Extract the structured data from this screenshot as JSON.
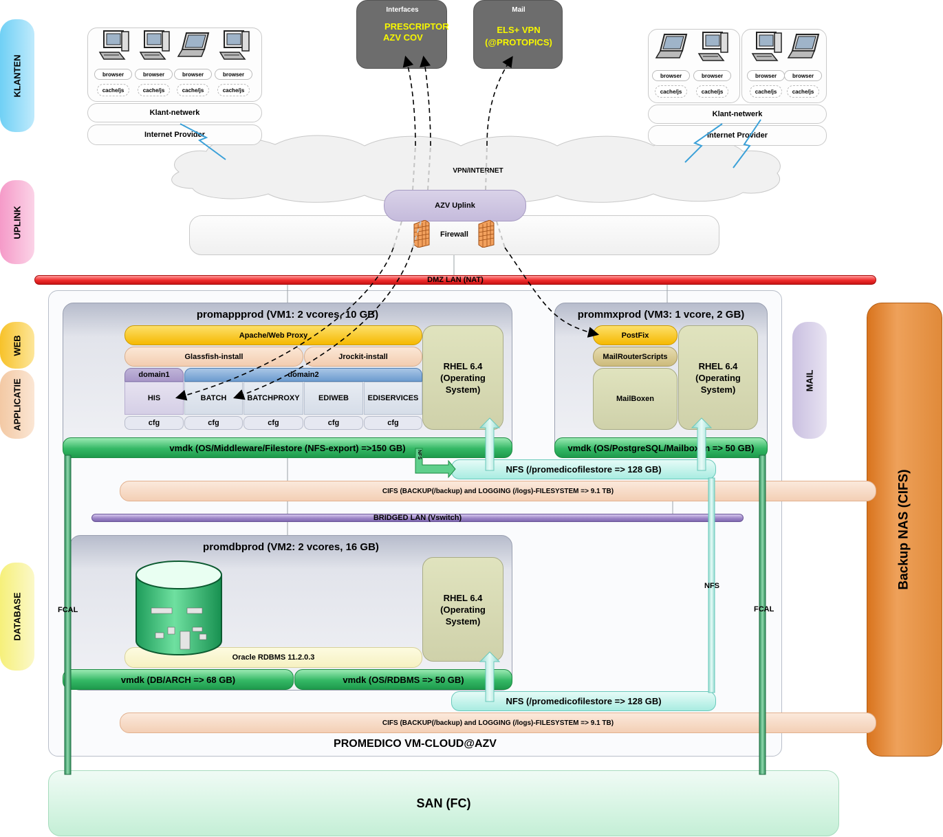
{
  "sidebar": {
    "klanten": "KLANTEN",
    "uplink": "UPLINK",
    "web": "WEB",
    "applicatie": "APPLICATIE",
    "database": "DATABASE",
    "mail": "MAIL"
  },
  "clients_left": {
    "browser": "browser",
    "cache": "cache/js",
    "network": "Klant-netwerk",
    "provider": "Internet Provider"
  },
  "clients_right": {
    "browser": "browser",
    "cache": "cache/js",
    "network": "Klant-netwerk",
    "provider": "Internet Provider"
  },
  "interfaces": {
    "title": "Interfaces",
    "line1": "PRESCRIPTOR",
    "line2": "AZV COV"
  },
  "mail_box": {
    "title": "Mail",
    "line1": "ELS+ VPN",
    "line2": "(@PROTOPICS)"
  },
  "cloud_label": "VPN/INTERNET",
  "uplink_label": "AZV Uplink",
  "firewall_label": "Firewall",
  "dmz_label": "DMZ LAN (NAT)",
  "vm1": {
    "title": "promappprod (VM1: 2 vcores, 10 GB)",
    "apache": "Apache/Web Proxy",
    "glassfish": "Glassfish-install",
    "jrockit": "Jrockit-install",
    "domain1": "domain1",
    "domain2": "domain2",
    "apps": [
      "HIS",
      "BATCH",
      "BATCHPROXY",
      "EDIWEB",
      "EDISERVICES"
    ],
    "cfg": "cfg",
    "rhel": [
      "RHEL 6.4",
      "(Operating",
      "System)"
    ],
    "vmdk": "vmdk (OS/Middleware/Filestore (NFS-export) =>150 GB)"
  },
  "vm3": {
    "title": "prommxprod (VM3: 1 vcore, 2 GB)",
    "postfix": "PostFix",
    "scripts": "MailRouterScripts",
    "mailboxen": "MailBoxen",
    "rhel": [
      "RHEL 6.4",
      "(Operating",
      "System)"
    ],
    "vmdk": "vmdk (OS/PostgreSQL/Mailboxen => 50 GB)"
  },
  "nfs_small": "NFS",
  "nfs_bar_top": "NFS (/promedicofilestore => 128 GB)",
  "cifs_top": "CIFS (BACKUP(/backup) and LOGGING (/logs)-FILESYSTEM => 9.1 TB)",
  "bridged": "BRIDGED LAN (Vswitch)",
  "vm2": {
    "title": "promdbprod (VM2: 2 vcores, 16 GB)",
    "oracle": "Oracle RDBMS 11.2.0.3",
    "rhel": [
      "RHEL 6.4",
      "(Operating",
      "System)"
    ],
    "vmdk_db": "vmdk (DB/ARCH => 68 GB)",
    "vmdk_os": "vmdk (OS/RDBMS => 50 GB)"
  },
  "nfs_vertical": "NFS",
  "fcal": "FCAL",
  "nfs_bar_bottom": "NFS (/promedicofilestore => 128 GB)",
  "cifs_bottom": "CIFS (BACKUP(/backup) and LOGGING (/logs)-FILESYSTEM => 9.1 TB)",
  "cloud_caption": "PROMEDICO VM-CLOUD@AZV",
  "san": "SAN (FC)",
  "backup_nas": "Backup NAS (CIFS)"
}
